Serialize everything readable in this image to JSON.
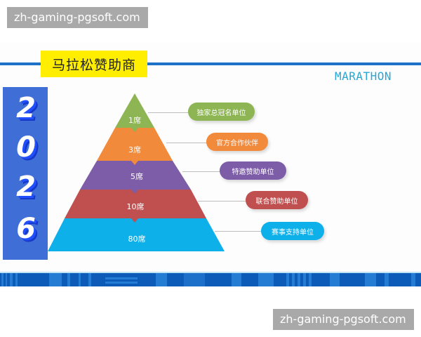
{
  "watermarks": {
    "top": "zh-gaming-pgsoft.com",
    "bottom": "zh-gaming-pgsoft.com"
  },
  "header": {
    "title": "马拉松赞助商",
    "subtitle": "MARATHON",
    "title_bg_color": "#ffee00",
    "line_color": "#1d72c8"
  },
  "year_panel": {
    "digits": [
      "2",
      "0",
      "2",
      "6"
    ],
    "bg_color": "#3f6fd6"
  },
  "pyramid": {
    "layers": [
      {
        "seats": "1席",
        "tier": "独家总冠名单位",
        "color": "#8db553"
      },
      {
        "seats": "3席",
        "tier": "官方合作伙伴",
        "color": "#f28a3c"
      },
      {
        "seats": "5席",
        "tier": "特邀赞助单位",
        "color": "#7d5ca8"
      },
      {
        "seats": "10席",
        "tier": "联合赞助单位",
        "color": "#c0504f"
      },
      {
        "seats": "80席",
        "tier": "赛事支持单位",
        "color": "#0eb0ea"
      }
    ]
  }
}
